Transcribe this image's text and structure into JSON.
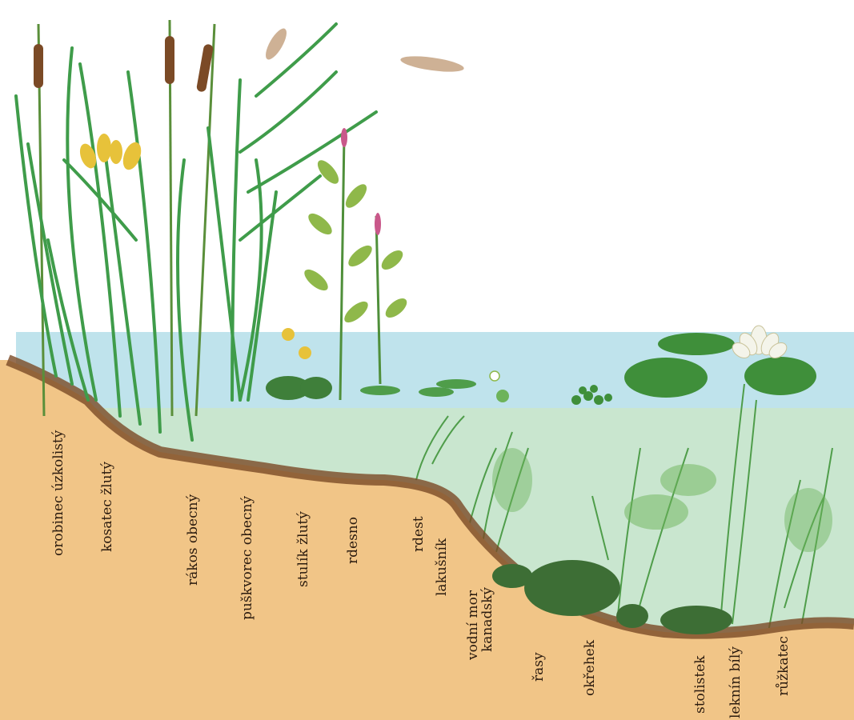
{
  "labels": {
    "orobinec": "orobinec úzkolistý",
    "kosatec": "kosatec žlutý",
    "rakos": "rákos obecný",
    "puskvorec": "puškvorec obecný",
    "stulik": "stulík žlutý",
    "rdesno": "rdesno",
    "rdest": "rdest",
    "lakusnik": "lakušník",
    "vodni_mor_1": "vodní mor",
    "vodni_mor_2": "kanadský",
    "rasy": "řasy",
    "okrehek": "okřehek",
    "stolistek": "stolistek",
    "leknin": "leknín bílý",
    "ruzkatec": "růžkatec"
  },
  "colors": {
    "water_surface": "#bfe3ec",
    "water_deep": "#c9e6cf",
    "soil": "#f1c587",
    "soil_edge": "#7a4a26",
    "plant_green": "#3f9c4a",
    "iris_yellow": "#e7c23a",
    "cattail_brown": "#7b4a26",
    "lily_white": "#f4f4ea",
    "rdesno_pink": "#c9588a"
  }
}
